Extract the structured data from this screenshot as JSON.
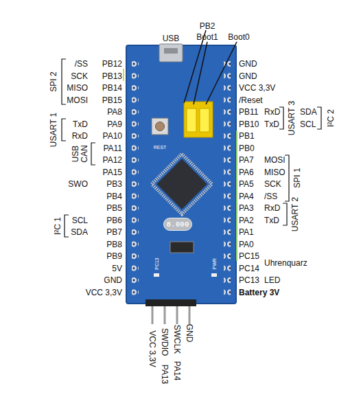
{
  "diagram": {
    "nodes": [
      {
        "text": [
          "8.000"
        ]
      }
    ],
    "labels": [
      "USB",
      "PB2",
      "Boot1",
      "Boot0",
      "/SS",
      "PB12",
      "SCK",
      "PB13",
      "MISO",
      "PB14",
      "MOSI",
      "PB15",
      "SPI 2",
      "PA8",
      "TxD",
      "PA9",
      "RxD",
      "PA10",
      "USART 1",
      "USB",
      "CAN",
      "PA11",
      "PA12",
      "PA15",
      "SWO",
      "PB3",
      "PB4",
      "PB5",
      "SCL",
      "PB6",
      "SDA",
      "PB7",
      "I²C 1",
      "PB8",
      "PB9",
      "5V",
      "GND",
      "VCC 3,3V",
      "GND",
      "GND",
      "VCC 3,3V",
      "/Reset",
      "PB11",
      "RxD",
      "PB10",
      "TxD",
      "USART 3",
      "SDA",
      "SCL",
      "I²C 2",
      "PB1",
      "PB0",
      "PA7",
      "MOSI",
      "PA6",
      "MISO",
      "PA5",
      "SCK",
      "PA4",
      "/SS",
      "SPI 1",
      "PA3",
      "RxD",
      "PA2",
      "TxD",
      "USART 2",
      "PA1",
      "PA0",
      "PC15",
      "PC14",
      "Uhrenquarz",
      "PC13",
      "LED",
      "Battery 3V",
      "VCC 3,3V",
      "SWDIO",
      "SWCLK",
      "GND",
      "PA13",
      "PA14",
      "REST",
      "PC13",
      "PWR"
    ]
  }
}
